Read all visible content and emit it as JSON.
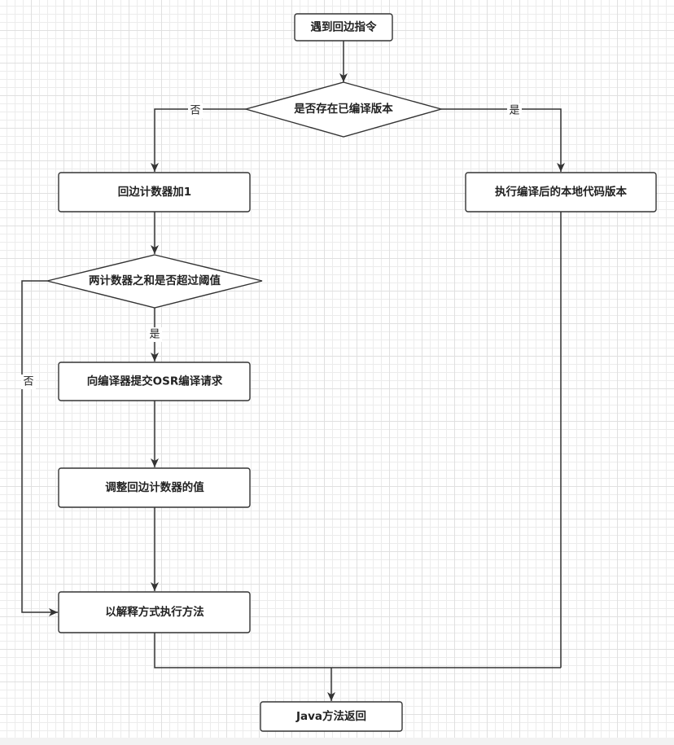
{
  "nodes": {
    "start": "遇到回边指令",
    "check_compiled": "是否存在已编译版本",
    "increment_counter": "回边计数器加1",
    "execute_compiled": "执行编译后的本地代码版本",
    "check_threshold": "两计数器之和是否超过阈值",
    "submit_osr": "向编译器提交OSR编译请求",
    "adjust_counter": "调整回边计数器的值",
    "interpret": "以解释方式执行方法",
    "return": "Java方法返回"
  },
  "edge_labels": {
    "compiled_no": "否",
    "compiled_yes": "是",
    "threshold_yes": "是",
    "threshold_no": "否"
  },
  "colors": {
    "stroke": "#333333",
    "fill": "#ffffff"
  }
}
